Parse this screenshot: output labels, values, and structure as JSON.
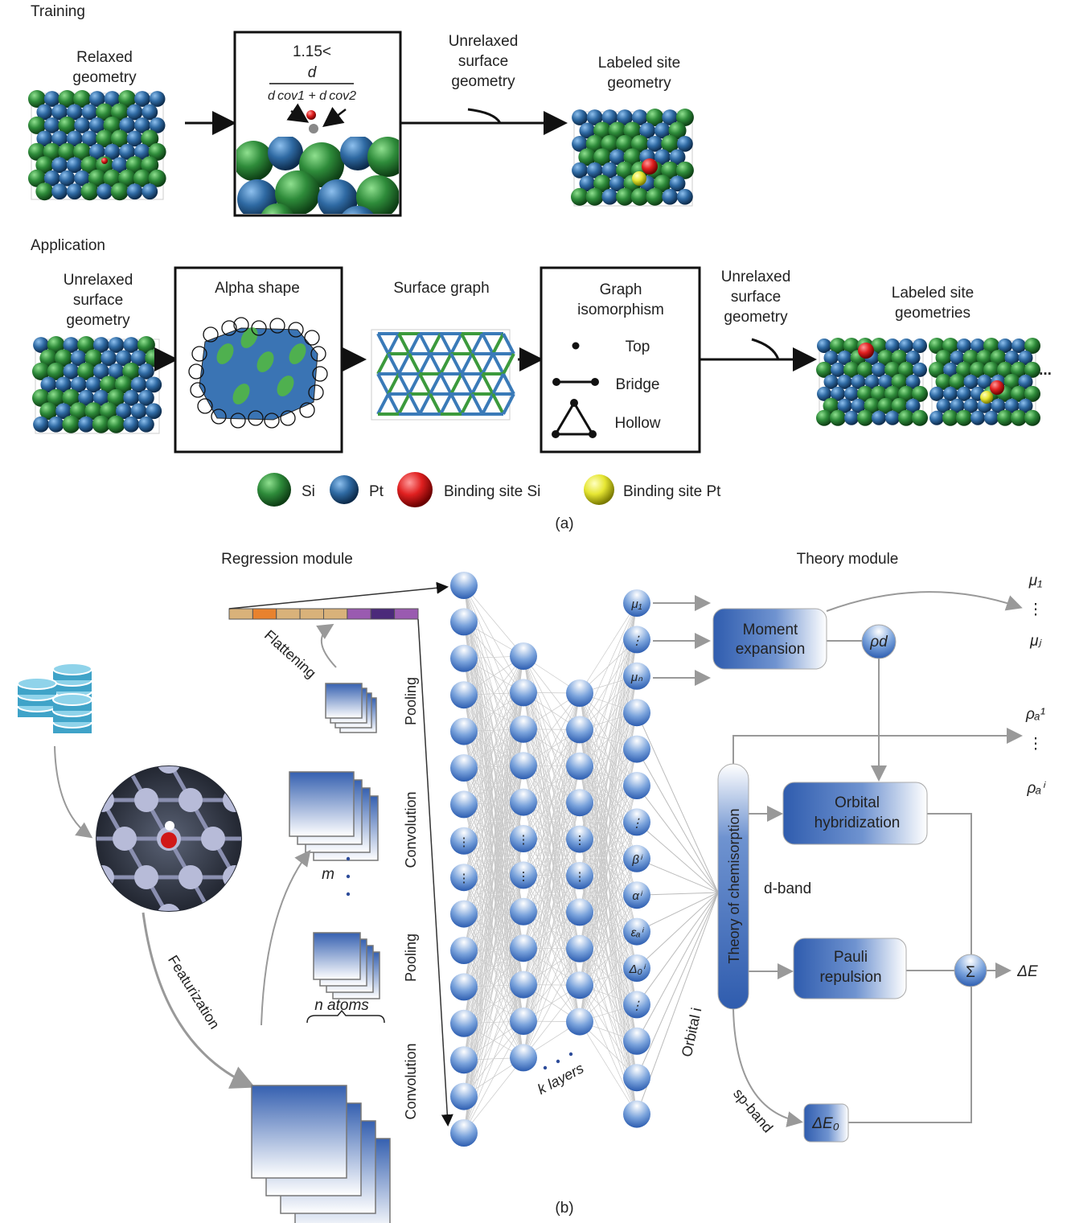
{
  "panel_a": {
    "caption": "(a)",
    "training": {
      "title": "Training",
      "relaxed_geometry": [
        "Relaxed",
        "geometry"
      ],
      "criterion": {
        "prefix": "1.15<",
        "numerator": "d",
        "denominator": "d cov1 + d cov2"
      },
      "unrelaxed_surface_geometry": [
        "Unrelaxed",
        "surface",
        "geometry"
      ],
      "labeled_site_geometry": [
        "Labeled site",
        "geometry"
      ]
    },
    "application": {
      "title": "Application",
      "unrelaxed_surface_geometry": [
        "Unrelaxed",
        "surface",
        "geometry"
      ],
      "alpha_shape": "Alpha shape",
      "surface_graph": "Surface graph",
      "graph_isomorphism": [
        "Graph",
        "isomorphism"
      ],
      "site_types": [
        "Top",
        "Bridge",
        "Hollow"
      ],
      "unrelaxed_surface_geometry_2": [
        "Unrelaxed",
        "surface",
        "geometry"
      ],
      "labeled_site_geometries": [
        "Labeled site",
        "geometries"
      ],
      "ellipsis": "..."
    },
    "legend": [
      {
        "label": "Si",
        "color": "#2e8b3a"
      },
      {
        "label": "Pt",
        "color": "#2f6aa3"
      },
      {
        "label": "Binding site Si",
        "color": "#e02020"
      },
      {
        "label": "Binding site Pt",
        "color": "#e6e633"
      }
    ]
  },
  "panel_b": {
    "caption": "(b)",
    "regression_module": "Regression module",
    "theory_module": "Theory module",
    "flattening": "Flattening",
    "featurization": "Featurization",
    "layer_labels": [
      "Pooling",
      "Convolution",
      "Pooling",
      "Convolution"
    ],
    "m_label": "m",
    "n_atoms": "n atoms",
    "k_layers": "k layers",
    "orbital_i": "Orbital i",
    "output_nodes": [
      "μ₁",
      "⋮",
      "μₙ",
      "",
      "",
      "",
      "⋮",
      "βⁱ",
      "αⁱ",
      "εₐⁱ",
      "Δ₀ⁱ",
      "⋮",
      "",
      "",
      ""
    ],
    "moment_expansion": [
      "Moment",
      "expansion"
    ],
    "rho_d": "ρd",
    "theory_of_chemisorption": "Theory of chemisorption",
    "orbital_hybridization": [
      "Orbital",
      "hybridization"
    ],
    "d_band": "d-band",
    "pauli_repulsion": [
      "Pauli",
      "repulsion"
    ],
    "sp_band": "sp-band",
    "delta_e0": "ΔE₀",
    "sum": "Σ",
    "delta_e": "ΔE",
    "outputs_mu": [
      "μ₁",
      "⋮",
      "μⱼ"
    ],
    "outputs_rho": [
      "ρₐ¹",
      "⋮",
      "ρₐⁱ"
    ],
    "flatten_colors": [
      "#d9b27a",
      "#e8822e",
      "#d9b27a",
      "#d9b27a",
      "#d9b27a",
      "#9a5bb0",
      "#4b2a7a",
      "#9a5bb0"
    ]
  }
}
